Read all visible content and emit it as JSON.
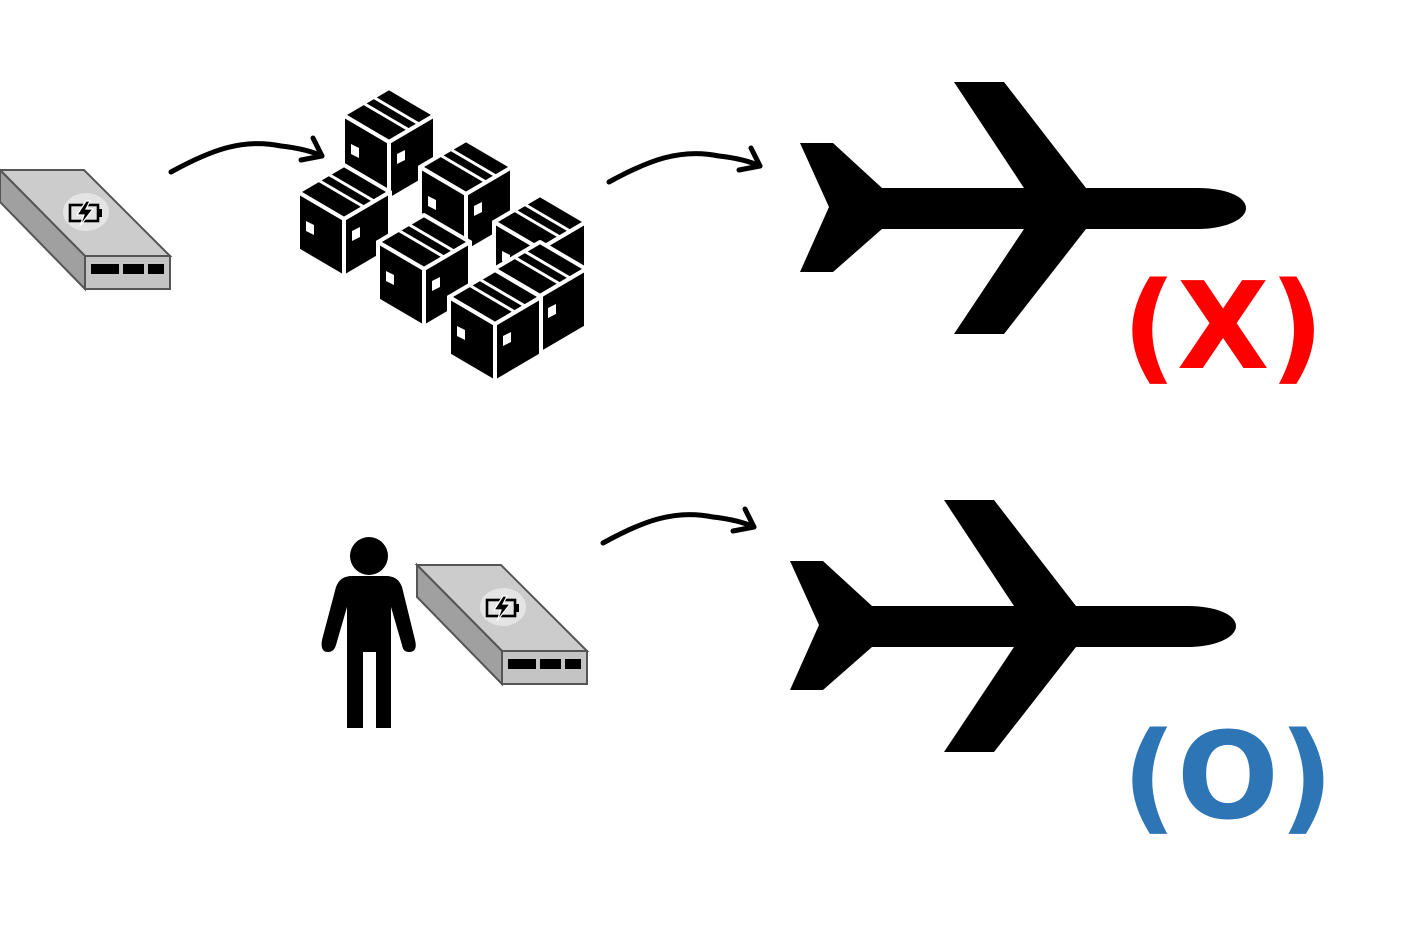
{
  "colors": {
    "forbidden": "#ff0000",
    "allowed": "#2e75b6",
    "icon": "#000000",
    "battery_top": "#cccccc",
    "battery_side": "#a0a0a0",
    "battery_front": "#c4c4c4",
    "battery_outline": "#555555"
  },
  "scenarios": [
    {
      "id": "checked-baggage",
      "icons": [
        "power-bank-icon",
        "arrow-icon",
        "cargo-boxes-icon",
        "arrow-icon",
        "airplane-icon"
      ],
      "verdict": "(X)"
    },
    {
      "id": "carry-on",
      "icons": [
        "person-icon",
        "power-bank-icon",
        "arrow-icon",
        "airplane-icon"
      ],
      "verdict": "(O)"
    }
  ]
}
